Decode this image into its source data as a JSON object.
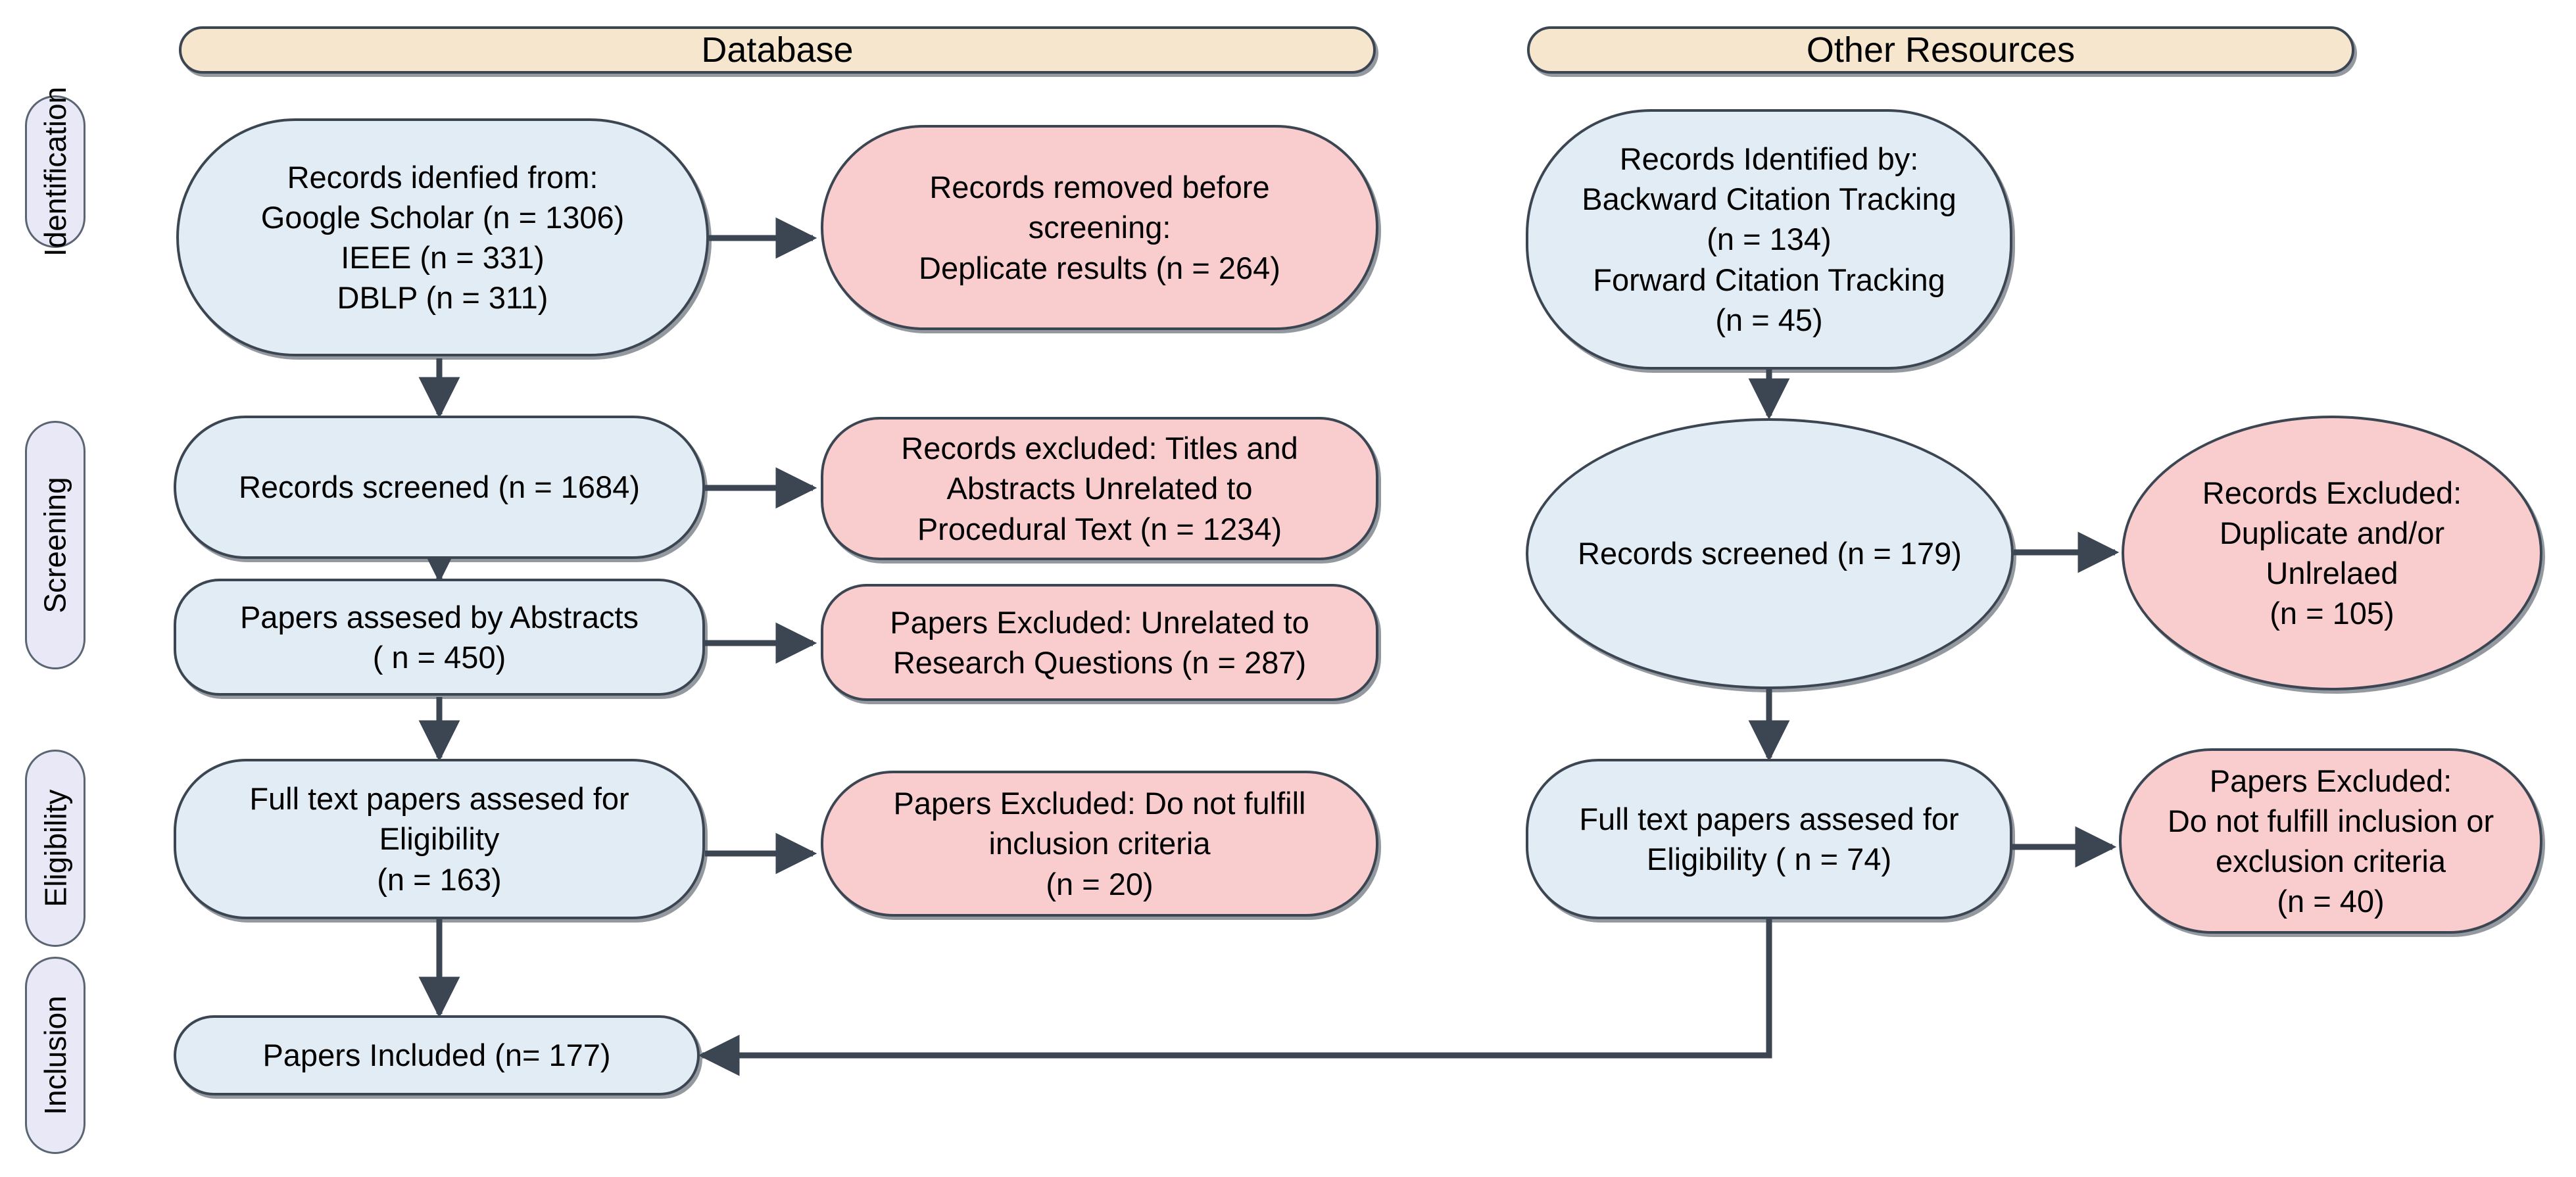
{
  "diagram": {
    "title": "PRISMA flow diagram",
    "colors": {
      "box_blue": "#e2ecf5",
      "box_pink": "#f9ccce",
      "header_cream": "#f6e6cd",
      "phase_lilac": "#e8e8f6",
      "stroke": "#3c4652"
    },
    "headers": [
      {
        "id": "database",
        "label": "Database"
      },
      {
        "id": "other-resources",
        "label": "Other Resources"
      }
    ],
    "phases": [
      {
        "id": "identification",
        "label": "Identification"
      },
      {
        "id": "screening",
        "label": "Screening"
      },
      {
        "id": "eligibility",
        "label": "Eligibility"
      },
      {
        "id": "inclusion",
        "label": "Inclusion"
      }
    ],
    "nodes": {
      "db_identified": {
        "kind": "included",
        "text": "Records idenfied from:\nGoogle Scholar (n = 1306)\nIEEE (n = 331)\nDBLP (n = 311)"
      },
      "db_removed": {
        "kind": "excluded",
        "text": "Records removed before\nscreening:\nDeplicate results (n = 264)"
      },
      "db_screened": {
        "kind": "included",
        "text": "Records screened (n = 1684)"
      },
      "db_screened_excluded": {
        "kind": "excluded",
        "text": "Records excluded: Titles and\nAbstracts   Unrelated to\nProcedural Text  (n = 1234)"
      },
      "db_abstracts": {
        "kind": "included",
        "text": "Papers assesed by Abstracts\n( n = 450)"
      },
      "db_abstracts_excluded": {
        "kind": "excluded",
        "text": "Papers Excluded: Unrelated to\nResearch Questions (n = 287)"
      },
      "db_fulltext": {
        "kind": "included",
        "text": "Full text papers assesed for\nEligibility\n(n = 163)"
      },
      "db_fulltext_excluded": {
        "kind": "excluded",
        "text": "Papers Excluded: Do not fulfill\ninclusion criteria\n(n = 20)"
      },
      "papers_included": {
        "kind": "included",
        "text": "Papers Included (n= 177)"
      },
      "or_identified": {
        "kind": "included",
        "text": "Records Identified by:\nBackward Citation Tracking\n(n = 134)\nForward Citation Tracking\n(n = 45)"
      },
      "or_screened": {
        "kind": "included",
        "text": "Records screened (n = 179)"
      },
      "or_screened_excluded": {
        "kind": "excluded",
        "text": "Records Excluded:\nDuplicate and/or\nUnlrelaed\n(n = 105)"
      },
      "or_fulltext": {
        "kind": "included",
        "text": "Full text papers assesed for\nEligibility ( n = 74)"
      },
      "or_fulltext_excluded": {
        "kind": "excluded",
        "text": "Papers Excluded:\nDo not fulfill inclusion or\nexclusion criteria\n(n = 40)"
      }
    },
    "counts": {
      "google_scholar": 1306,
      "ieee": 331,
      "dblp": 311,
      "duplicates_removed": 264,
      "db_screened": 1684,
      "db_screen_excluded": 1234,
      "db_abstracts": 450,
      "db_abstract_excluded": 287,
      "db_fulltext": 163,
      "db_fulltext_excluded": 20,
      "backward_citation": 134,
      "forward_citation": 45,
      "or_screened": 179,
      "or_screen_excluded": 105,
      "or_fulltext": 74,
      "or_fulltext_excluded": 40,
      "papers_included": 177
    }
  }
}
